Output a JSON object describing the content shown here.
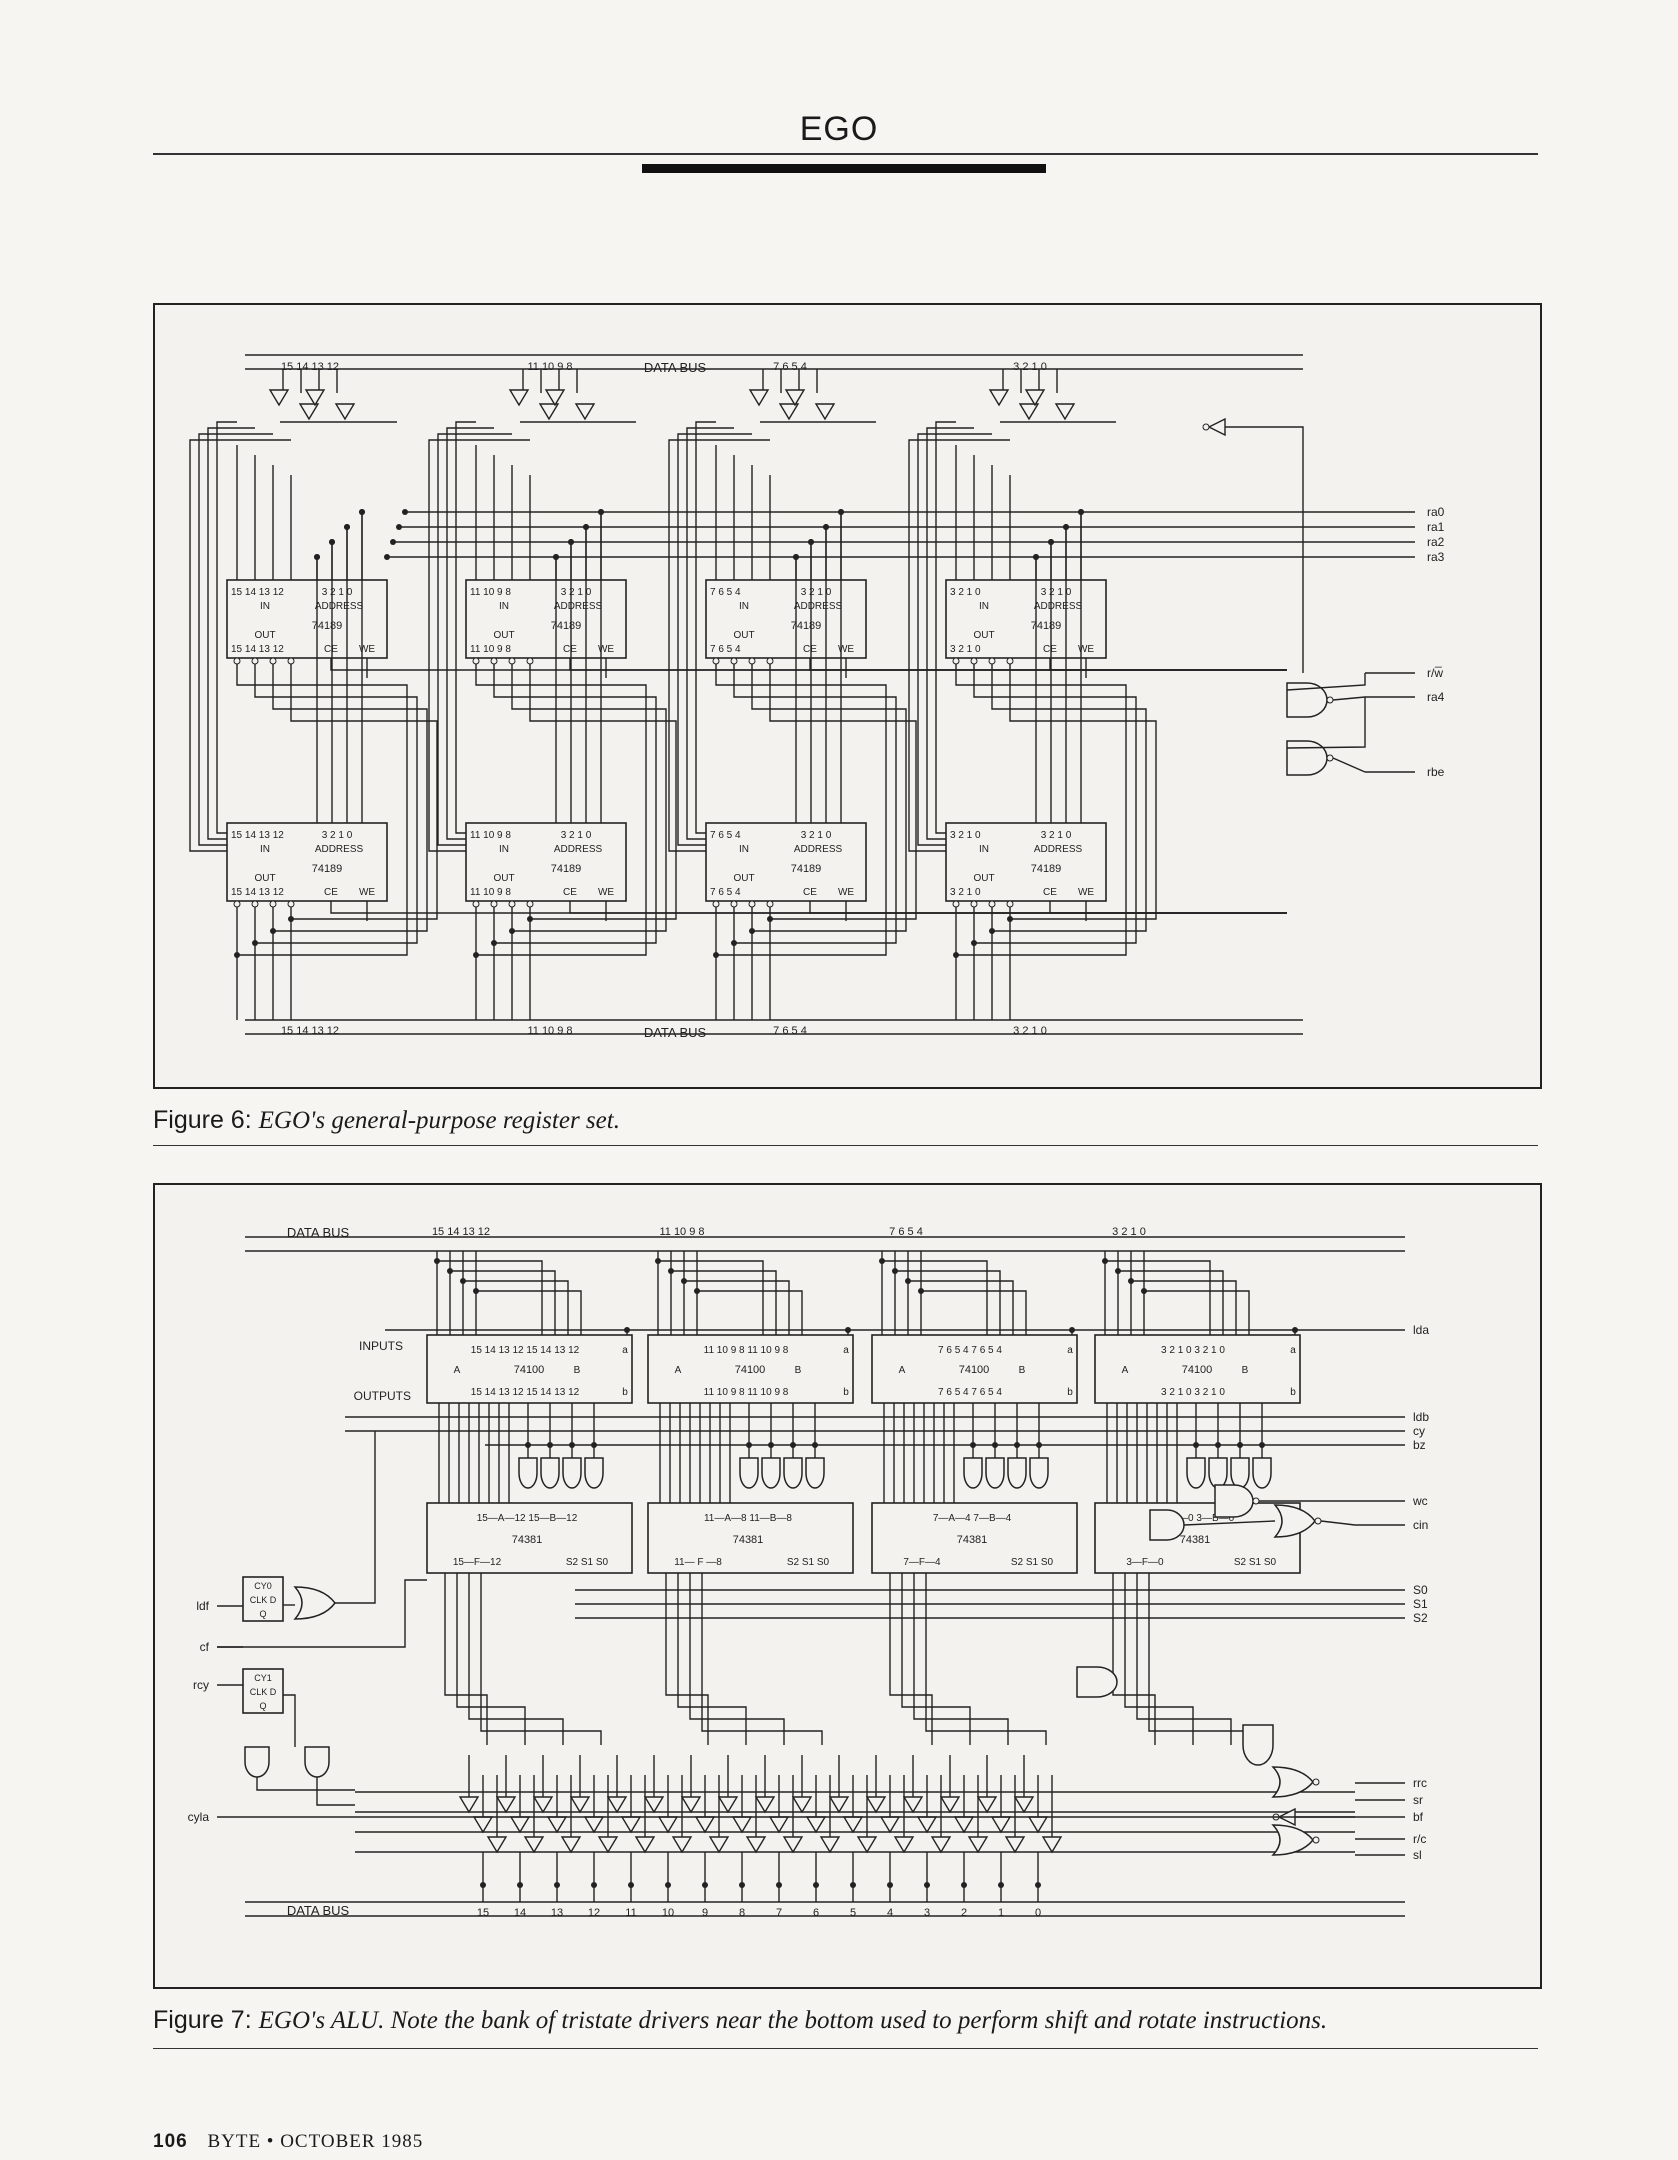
{
  "header": {
    "title": "EGO"
  },
  "figure6": {
    "caption_label": "Figure 6:",
    "caption_text": "EGO's general-purpose register set.",
    "bus_label": "DATA BUS",
    "bit_groups": [
      "15 14 13 12",
      "11 10 9 8",
      "7 6 5 4",
      "3 2 1 0"
    ],
    "in_nums": [
      "15 14 13 12",
      "11 10 9 8",
      "7 6 5 4",
      "3 2 1 0"
    ],
    "chip_address_nums": "3 2 1 0",
    "chip_in_label": "IN",
    "chip_address_label": "ADDRESS",
    "chip_part": "74189",
    "chip_out_label": "OUT",
    "chip_ce_label": "CE",
    "chip_we_label": "WE",
    "signals": [
      "ra0",
      "ra1",
      "ra2",
      "ra3",
      "r/w̅",
      "ra4",
      "rbe"
    ]
  },
  "figure7": {
    "caption_label": "Figure 7:",
    "caption_text": "EGO's ALU. Note the bank of tristate drivers near the bottom used to perform shift and rotate instructions.",
    "bus_label": "DATA BUS",
    "inputs_label": "INPUTS",
    "outputs_label": "OUTPUTS",
    "mux_part": "74100",
    "alu_part": "74381",
    "mux_rows": [
      "15 14 13 12 15 14 13 12",
      "11 10 9 8 11 10 9 8",
      "7 6 5 4 7 6 5 4",
      "3 2 1 0 3 2 1 0"
    ],
    "alu_ab_rows": [
      "15—A—12  15—B—12",
      "11—A—8  11—B—8",
      "7—A—4  7—B—4",
      "3—A—0  3—B—0"
    ],
    "alu_f_rows": [
      "15—F—12",
      "11— F —8",
      "7—F—4",
      "3—F—0"
    ],
    "alu_s_label": "S2 S1 S0",
    "top_bits": [
      "15 14 13 12",
      "11 10 9 8",
      "7 6 5 4",
      "3 2 1 0"
    ],
    "bottom_bits": [
      "15",
      "14",
      "13",
      "12",
      "11",
      "10",
      "9",
      "8",
      "7",
      "6",
      "5",
      "4",
      "3",
      "2",
      "1",
      "0"
    ],
    "ff0": [
      "CY0",
      "CLK D",
      "Q"
    ],
    "ff1": [
      "CY1",
      "CLK D",
      "Q"
    ],
    "left_signals": [
      "ldf",
      "cf",
      "rcy",
      "cyla"
    ],
    "right_signals": [
      "lda",
      "ldb",
      "cy",
      "bz",
      "wc",
      "cin",
      "S0",
      "S1",
      "S2",
      "rrc",
      "sr",
      "bf",
      "r/c",
      "sl"
    ]
  },
  "footer": {
    "page_number": "106",
    "publication": "BYTE • OCTOBER 1985"
  }
}
